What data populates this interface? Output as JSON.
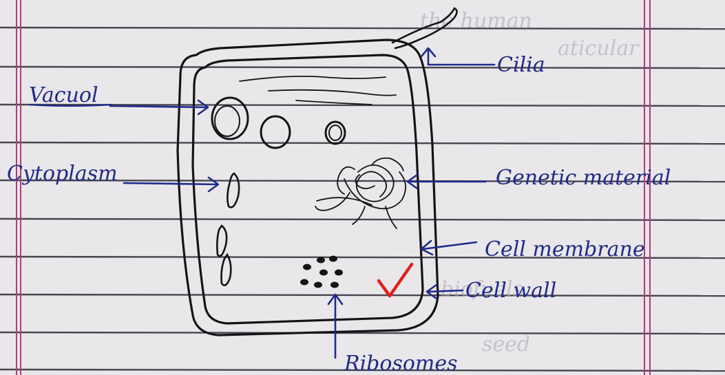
{
  "diagram": {
    "labels": {
      "cilia": "Cilia",
      "vacuole": "Vacuol",
      "cytoplasm": "Cytoplasm",
      "genetic_material": "Genetic material",
      "cell_membrane": "Cell membrane",
      "cell_wall": "Cell wall",
      "ribosomes": "Ribosomes"
    },
    "colors": {
      "paper": "#e9e7ea",
      "rule_line": "#2b2b33",
      "margin_line": "#b3397a",
      "ink_black": "#141414",
      "ink_blue": "#1f2a8c",
      "check_red": "#e0201e"
    },
    "grading_mark": "check-mark-icon"
  }
}
